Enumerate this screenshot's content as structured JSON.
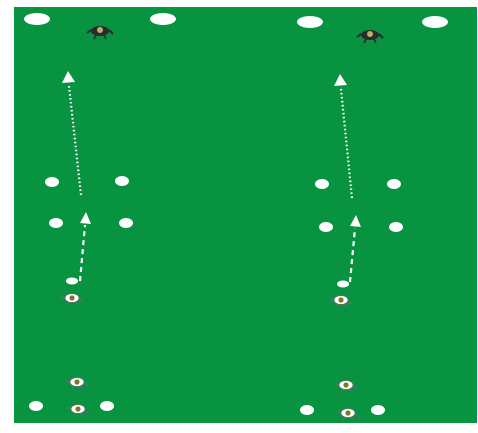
{
  "colors": {
    "pitch": "#07933f",
    "border": "#ffffff",
    "cone": "#ffffff",
    "arrow": "#ffffff",
    "player_shirt": "#ffffff",
    "player_dark": "#2b2b2b",
    "player_accent": "#7a7a2a"
  },
  "diagram": {
    "drills": [
      {
        "name": "left-drill",
        "goalkeeper_icon": "goalkeeper-icon",
        "goal_markers": 2,
        "cone_rows": 2,
        "cones_per_row": 2,
        "players_in_queue": 2,
        "pass_arrow_style": "dashed",
        "shot_arrow_style": "dotted"
      },
      {
        "name": "right-drill",
        "goalkeeper_icon": "goalkeeper-icon",
        "goal_markers": 2,
        "cone_rows": 2,
        "cones_per_row": 2,
        "players_in_queue": 2,
        "pass_arrow_style": "dashed",
        "shot_arrow_style": "dotted"
      }
    ]
  }
}
